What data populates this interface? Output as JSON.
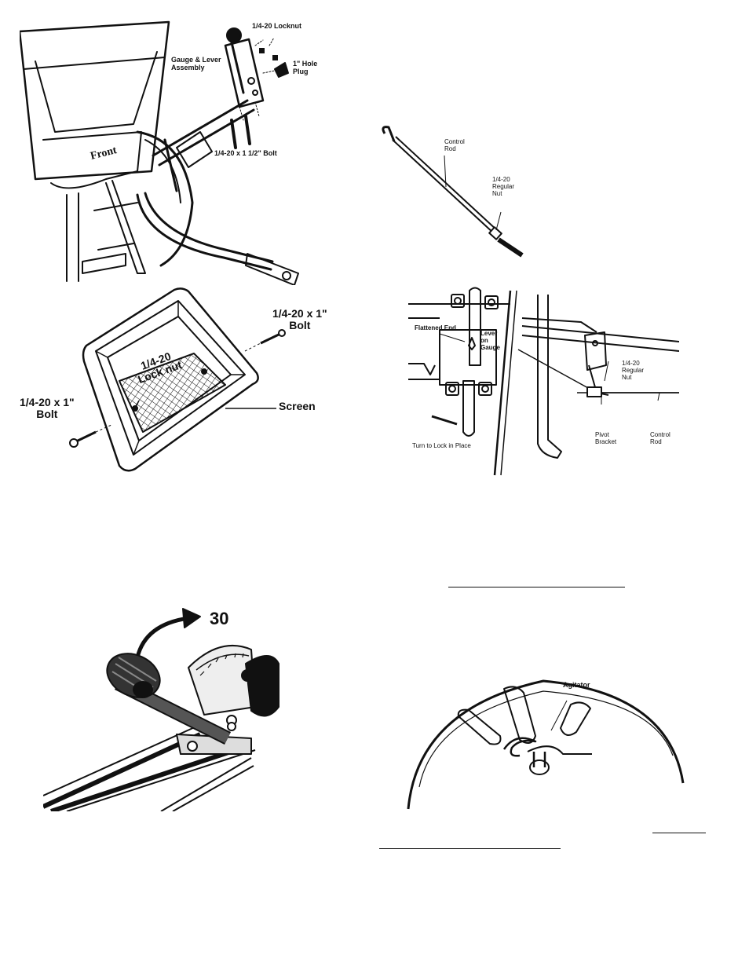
{
  "figures": {
    "spreader_assembly": {
      "labels": {
        "locknut": "1/4-20 Locknut",
        "gauge_lever": "Gauge & Lever\nAssembly",
        "hole_plug": "1\" Hole\nPlug",
        "bolt_1_5": "1/4-20 x 1 1/2\" Bolt",
        "front": "Front"
      }
    },
    "hopper_screen": {
      "labels": {
        "bolt_right": "1/4-20 x 1\"\nBolt",
        "lock_nut": "1/4-20\nLock nut",
        "bolt_left": "1/4-20 x 1\"\nBolt",
        "screen": "Screen"
      }
    },
    "control_rod": {
      "labels": {
        "control_rod": "Control\nRod",
        "regular_nut": "1/4-20\nRegular\nNut"
      }
    },
    "lever_detail": {
      "labels": {
        "flattened_end": "Flattened End",
        "lever_on_gauge": "Lever\non\nGauge",
        "regular_nut": "1/4-20\nRegular\nNut",
        "turn_to_lock": "Turn to Lock in Place",
        "pivot_bracket": "Pivot\nBracket",
        "control_rod": "Control\nRod"
      }
    },
    "gauge_dial": {
      "labels": {
        "setting": "30"
      }
    },
    "agitator": {
      "labels": {
        "agitator": "Agitator"
      }
    }
  }
}
